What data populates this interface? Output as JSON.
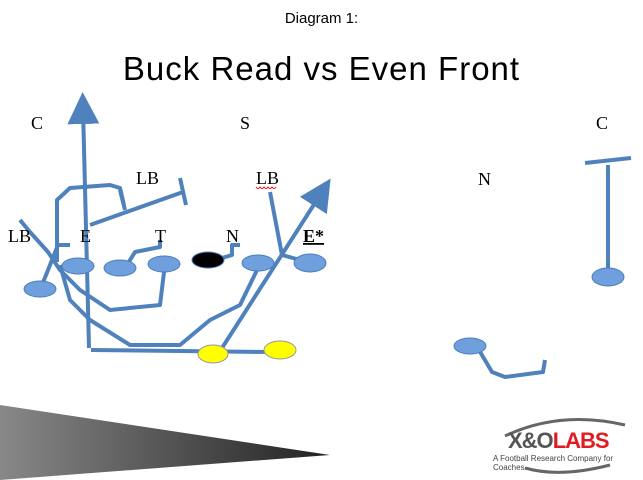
{
  "header": {
    "subtitle": "Diagram 1:",
    "title": "Buck Read vs Even Front"
  },
  "defense_labels": [
    {
      "text": "C"
    },
    {
      "text": "S"
    },
    {
      "text": "LB"
    },
    {
      "text": "LB"
    },
    {
      "text": "N"
    },
    {
      "text": "C"
    },
    {
      "text": "LB"
    },
    {
      "text": "E"
    },
    {
      "text": "T"
    },
    {
      "text": "N"
    },
    {
      "text": "E*"
    }
  ],
  "colors": {
    "route": "#4f81bd",
    "offense": "#6f9fdc",
    "center": "#000000",
    "backs": "#ffff00",
    "logo_red": "#e21b23",
    "logo_gray": "#555555"
  },
  "logo": {
    "brand_left": "X&O",
    "brand_right": "LABS",
    "tagline": "A Football Research Company for Coaches"
  }
}
